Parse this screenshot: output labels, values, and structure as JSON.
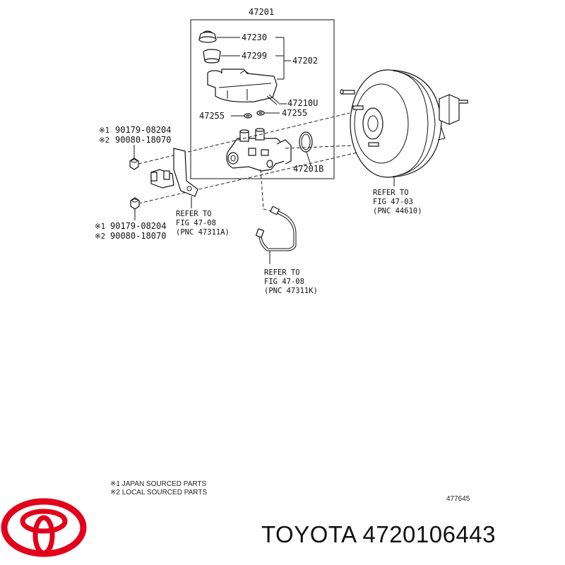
{
  "diagram": {
    "assembly_number": "47201",
    "parts": {
      "cap": "47230",
      "strainer": "47299",
      "reservoir_group": "47202",
      "reservoir_sub": "47210U",
      "grommet_left": "47255",
      "grommet_right": "47255",
      "oring": "47201B"
    },
    "fasteners_upper": {
      "line1_mark": "※1",
      "line1_part": "90179-08204",
      "line2_mark": "※2",
      "line2_part": "90080-18070"
    },
    "fasteners_lower": {
      "line1_mark": "※1",
      "line1_part": "90179-08204",
      "line2_mark": "※2",
      "line2_part": "90080-18070"
    },
    "refs": {
      "booster": [
        "REFER TO",
        "FIG 47-03",
        "(PNC 44610)"
      ],
      "bracket": [
        "REFER TO",
        "FIG 47-08",
        "(PNC 47311A)"
      ],
      "tube": [
        "REFER TO",
        "FIG 47-08",
        "(PNC 47311K)"
      ]
    },
    "notes": {
      "note1": "※1 JAPAN SOURCED PARTS",
      "note2": "※2 LOCAL SOURCED PARTS"
    },
    "illustration_id": "477645"
  },
  "footer": {
    "brand": "TOYOTA",
    "part_number": "4720106443",
    "logo_color": "#e2001a"
  }
}
